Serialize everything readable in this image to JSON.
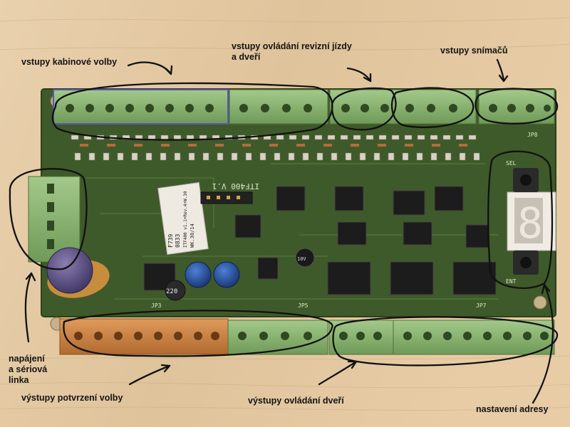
{
  "annotations": {
    "cabin_inputs": "vstupy kabinové volby",
    "inspection_inputs_line1": "vstupy ovládání revizní jízdy",
    "inspection_inputs_line2": "a dveří",
    "sensor_inputs": "vstupy snímačů",
    "power_line1": "napájení",
    "power_line2": "a sériová",
    "power_line3": "linka",
    "confirm_outputs": "výstupy potvrzení volby",
    "door_outputs": "výstupy ovládání dveří",
    "address_setting": "nastavení adresy"
  },
  "board": {
    "silkscreen_title": "ITF400 V.1",
    "jumpers": [
      "JP3",
      "JP5",
      "JP7",
      "JP8"
    ],
    "buttons": [
      "SEL",
      "ENT"
    ],
    "sticker_lines": [
      "F739",
      "0833",
      "ITF400 v1.1+Rev.4+W.30",
      "WK.30/14"
    ],
    "chip_markings": [
      "220",
      "10V"
    ],
    "display_digit": "8"
  },
  "colors": {
    "wood": "#e4c9a3",
    "pcb": "#3f5a2a",
    "terminal": "#8fb874",
    "orange_terminal": "#c97a3c",
    "ink": "#141414"
  }
}
